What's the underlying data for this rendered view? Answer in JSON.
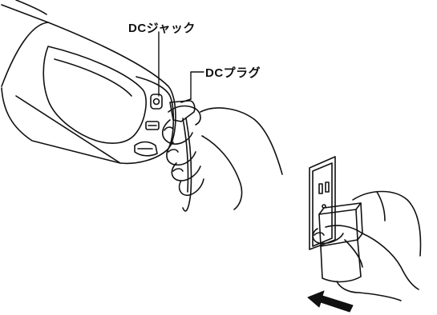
{
  "labels": {
    "dc_jack": "DCジャック",
    "dc_plug": "DCプラグ"
  },
  "colors": {
    "line": "#111111",
    "background": "#ffffff",
    "arrow": "#111111"
  },
  "icons": {
    "device": "battery-pack-drawing",
    "hand": "hand-drawing",
    "outlet": "wall-outlet-drawing",
    "adapter": "ac-adapter-drawing",
    "arrow": "pull-direction-arrow"
  }
}
